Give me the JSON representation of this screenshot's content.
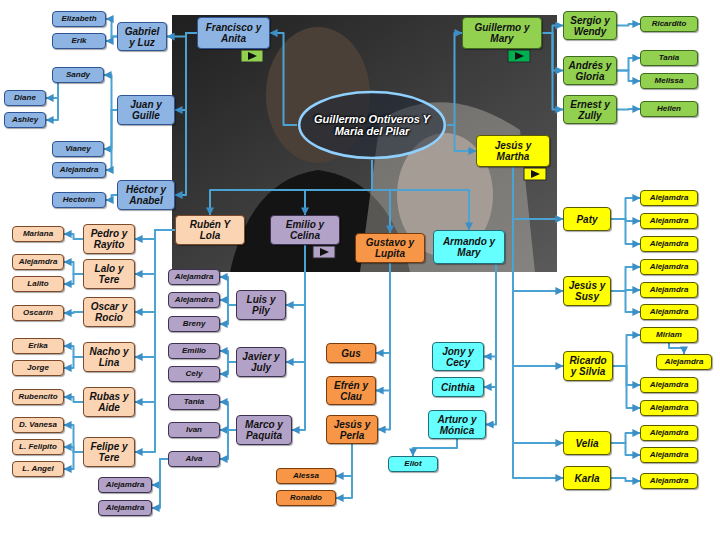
{
  "diagram": {
    "nodes": [
      {
        "text": [
          "Guillermo Ontiveros Y Maria del Pilar"
        ]
      },
      {
        "text": [
          "Francisco y Anita"
        ]
      },
      {
        "text": [
          "Guillermo y Mary"
        ]
      },
      {
        "text": [
          "Jesús y Martha"
        ]
      },
      {
        "text": [
          "Rubén Y Lola"
        ]
      },
      {
        "text": [
          "Emilio y Celina"
        ]
      },
      {
        "text": [
          "Gustavo y Lupita"
        ]
      },
      {
        "text": [
          "Armando y Mary"
        ]
      },
      {
        "text": [
          "Gabriel y Luz"
        ]
      },
      {
        "text": [
          "Elizabeth"
        ]
      },
      {
        "text": [
          "Erik"
        ]
      },
      {
        "text": [
          "Juan y Guille"
        ]
      },
      {
        "text": [
          "Sandy"
        ]
      },
      {
        "text": [
          "Diane"
        ]
      },
      {
        "text": [
          "Ashley"
        ]
      },
      {
        "text": [
          "Vianey"
        ]
      },
      {
        "text": [
          "Alejamdra"
        ]
      },
      {
        "text": [
          "Héctor y Anabel"
        ]
      },
      {
        "text": [
          "Hectorín"
        ]
      },
      {
        "text": [
          "Sergio y Wendy"
        ]
      },
      {
        "text": [
          "Ricardito"
        ]
      },
      {
        "text": [
          "Andrés y Gloria"
        ]
      },
      {
        "text": [
          "Tania"
        ]
      },
      {
        "text": [
          "Melissa"
        ]
      },
      {
        "text": [
          "Ernest y Zully"
        ]
      },
      {
        "text": [
          "Hellen"
        ]
      },
      {
        "text": [
          "Paty"
        ]
      },
      {
        "text": [
          "Alejamdra"
        ]
      },
      {
        "text": [
          "Alejamdra"
        ]
      },
      {
        "text": [
          "Alejamdra"
        ]
      },
      {
        "text": [
          "Jesús y Susy"
        ]
      },
      {
        "text": [
          "Alejamdra"
        ]
      },
      {
        "text": [
          "Alejamdra"
        ]
      },
      {
        "text": [
          "Alejamdra"
        ]
      },
      {
        "text": [
          "Ricardo y Silvia"
        ]
      },
      {
        "text": [
          "Miriam"
        ]
      },
      {
        "text": [
          "Alejamdra"
        ]
      },
      {
        "text": [
          "Alejamdra"
        ]
      },
      {
        "text": [
          "Alejamdra"
        ]
      },
      {
        "text": [
          "Velia"
        ]
      },
      {
        "text": [
          "Alejamdra"
        ]
      },
      {
        "text": [
          "Alejamdra"
        ]
      },
      {
        "text": [
          "Karla"
        ]
      },
      {
        "text": [
          "Alejamdra"
        ]
      },
      {
        "text": [
          "Pedro y Rayito"
        ]
      },
      {
        "text": [
          "Mariana"
        ]
      },
      {
        "text": [
          "Lalo y Tere"
        ]
      },
      {
        "text": [
          "Alejamdra"
        ]
      },
      {
        "text": [
          "Lalito"
        ]
      },
      {
        "text": [
          "Oscar y Rocio"
        ]
      },
      {
        "text": [
          "Oscarín"
        ]
      },
      {
        "text": [
          "Nacho y Lina"
        ]
      },
      {
        "text": [
          "Erika"
        ]
      },
      {
        "text": [
          "Jorge"
        ]
      },
      {
        "text": [
          "Rubas y Aide"
        ]
      },
      {
        "text": [
          "Rubencito"
        ]
      },
      {
        "text": [
          "Felipe y Tere"
        ]
      },
      {
        "text": [
          "D. Vanesa"
        ]
      },
      {
        "text": [
          "L. Felipito"
        ]
      },
      {
        "text": [
          "L. Angel"
        ]
      },
      {
        "text": [
          "Luis y Pily"
        ]
      },
      {
        "text": [
          "Alejamdra"
        ]
      },
      {
        "text": [
          "Alejamdra"
        ]
      },
      {
        "text": [
          "Breny"
        ]
      },
      {
        "text": [
          "Javier y July"
        ]
      },
      {
        "text": [
          "Emilio"
        ]
      },
      {
        "text": [
          "Cely"
        ]
      },
      {
        "text": [
          "Marco y Paquita"
        ]
      },
      {
        "text": [
          "Tania"
        ]
      },
      {
        "text": [
          "Ivan"
        ]
      },
      {
        "text": [
          "Alva"
        ]
      },
      {
        "text": [
          "Alejamdra"
        ]
      },
      {
        "text": [
          "Alejamdra"
        ]
      },
      {
        "text": [
          "Gus"
        ]
      },
      {
        "text": [
          "Efrén y Clau"
        ]
      },
      {
        "text": [
          "Jesús y Perla"
        ]
      },
      {
        "text": [
          "Alessa"
        ]
      },
      {
        "text": [
          "Ronaldo"
        ]
      },
      {
        "text": [
          "Jony y Cecy"
        ]
      },
      {
        "text": [
          "Cinthia"
        ]
      },
      {
        "text": [
          "Arturo y Mónica"
        ]
      },
      {
        "text": [
          "Eliot"
        ]
      }
    ],
    "edges": [
      {
        "from": 0,
        "to": 1,
        "arrow": "to"
      },
      {
        "from": 0,
        "to": 2,
        "arrow": "to"
      },
      {
        "from": 0,
        "to": 3,
        "arrow": "to"
      },
      {
        "from": 0,
        "to": 4,
        "arrow": "to"
      },
      {
        "from": 0,
        "to": 5,
        "arrow": "to"
      },
      {
        "from": 0,
        "to": 6,
        "arrow": "to"
      },
      {
        "from": 0,
        "to": 7,
        "arrow": "to"
      },
      {
        "from": 1,
        "to": 8,
        "arrow": "to"
      },
      {
        "from": 1,
        "to": 11,
        "arrow": "to"
      },
      {
        "from": 1,
        "to": 17,
        "arrow": "to"
      },
      {
        "from": 8,
        "to": 9,
        "arrow": "to"
      },
      {
        "from": 8,
        "to": 10,
        "arrow": "to"
      },
      {
        "from": 11,
        "to": 12,
        "arrow": "to"
      },
      {
        "from": 11,
        "to": 15,
        "arrow": "to"
      },
      {
        "from": 11,
        "to": 16,
        "arrow": "to"
      },
      {
        "from": 12,
        "to": 13,
        "arrow": "to"
      },
      {
        "from": 12,
        "to": 14,
        "arrow": "to"
      },
      {
        "from": 17,
        "to": 18,
        "arrow": "to"
      },
      {
        "from": 2,
        "to": 19,
        "arrow": "to"
      },
      {
        "from": 2,
        "to": 21,
        "arrow": "to"
      },
      {
        "from": 2,
        "to": 24,
        "arrow": "to"
      },
      {
        "from": 19,
        "to": 20,
        "arrow": "to"
      },
      {
        "from": 21,
        "to": 22,
        "arrow": "to"
      },
      {
        "from": 21,
        "to": 23,
        "arrow": "to"
      },
      {
        "from": 24,
        "to": 25,
        "arrow": "to"
      },
      {
        "from": 3,
        "to": 26,
        "arrow": "to"
      },
      {
        "from": 3,
        "to": 30,
        "arrow": "to"
      },
      {
        "from": 3,
        "to": 34,
        "arrow": "to"
      },
      {
        "from": 3,
        "to": 39,
        "arrow": "to"
      },
      {
        "from": 3,
        "to": 42,
        "arrow": "to"
      },
      {
        "from": 26,
        "to": 27,
        "arrow": "to"
      },
      {
        "from": 26,
        "to": 28,
        "arrow": "to"
      },
      {
        "from": 26,
        "to": 29,
        "arrow": "to"
      },
      {
        "from": 30,
        "to": 31,
        "arrow": "to"
      },
      {
        "from": 30,
        "to": 32,
        "arrow": "to"
      },
      {
        "from": 30,
        "to": 33,
        "arrow": "to"
      },
      {
        "from": 34,
        "to": 35,
        "arrow": "to"
      },
      {
        "from": 34,
        "to": 37,
        "arrow": "to"
      },
      {
        "from": 34,
        "to": 38,
        "arrow": "to"
      },
      {
        "from": 35,
        "to": 36,
        "arrow": "to"
      },
      {
        "from": 39,
        "to": 40,
        "arrow": "to"
      },
      {
        "from": 39,
        "to": 41,
        "arrow": "to"
      },
      {
        "from": 42,
        "to": 43,
        "arrow": "to"
      },
      {
        "from": 4,
        "to": 44,
        "arrow": "to"
      },
      {
        "from": 4,
        "to": 46,
        "arrow": "to"
      },
      {
        "from": 4,
        "to": 49,
        "arrow": "to"
      },
      {
        "from": 4,
        "to": 51,
        "arrow": "to"
      },
      {
        "from": 4,
        "to": 54,
        "arrow": "to"
      },
      {
        "from": 4,
        "to": 56,
        "arrow": "to"
      },
      {
        "from": 44,
        "to": 45,
        "arrow": "to"
      },
      {
        "from": 46,
        "to": 47,
        "arrow": "to"
      },
      {
        "from": 46,
        "to": 48,
        "arrow": "to"
      },
      {
        "from": 49,
        "to": 50,
        "arrow": "to"
      },
      {
        "from": 51,
        "to": 52,
        "arrow": "to"
      },
      {
        "from": 51,
        "to": 53,
        "arrow": "to"
      },
      {
        "from": 54,
        "to": 55,
        "arrow": "to"
      },
      {
        "from": 56,
        "to": 57,
        "arrow": "to"
      },
      {
        "from": 56,
        "to": 58,
        "arrow": "to"
      },
      {
        "from": 56,
        "to": 59,
        "arrow": "to"
      },
      {
        "from": 5,
        "to": 60,
        "arrow": "to"
      },
      {
        "from": 5,
        "to": 64,
        "arrow": "to"
      },
      {
        "from": 5,
        "to": 67,
        "arrow": "to"
      },
      {
        "from": 60,
        "to": 61,
        "arrow": "to"
      },
      {
        "from": 60,
        "to": 62,
        "arrow": "to"
      },
      {
        "from": 60,
        "to": 63,
        "arrow": "to"
      },
      {
        "from": 64,
        "to": 65,
        "arrow": "to"
      },
      {
        "from": 64,
        "to": 66,
        "arrow": "to"
      },
      {
        "from": 67,
        "to": 68,
        "arrow": "to"
      },
      {
        "from": 67,
        "to": 69,
        "arrow": "to"
      },
      {
        "from": 67,
        "to": 70,
        "arrow": "to"
      },
      {
        "from": 70,
        "to": 71,
        "arrow": "to"
      },
      {
        "from": 70,
        "to": 72,
        "arrow": "to"
      },
      {
        "from": 6,
        "to": 73,
        "arrow": "to"
      },
      {
        "from": 6,
        "to": 74,
        "arrow": "to"
      },
      {
        "from": 6,
        "to": 75,
        "arrow": "to"
      },
      {
        "from": 75,
        "to": 76,
        "arrow": "to"
      },
      {
        "from": 75,
        "to": 77,
        "arrow": "to"
      },
      {
        "from": 7,
        "to": 78,
        "arrow": "to"
      },
      {
        "from": 7,
        "to": 79,
        "arrow": "to"
      },
      {
        "from": 7,
        "to": 80,
        "arrow": "to"
      },
      {
        "from": 80,
        "to": 81,
        "arrow": "to"
      }
    ]
  }
}
